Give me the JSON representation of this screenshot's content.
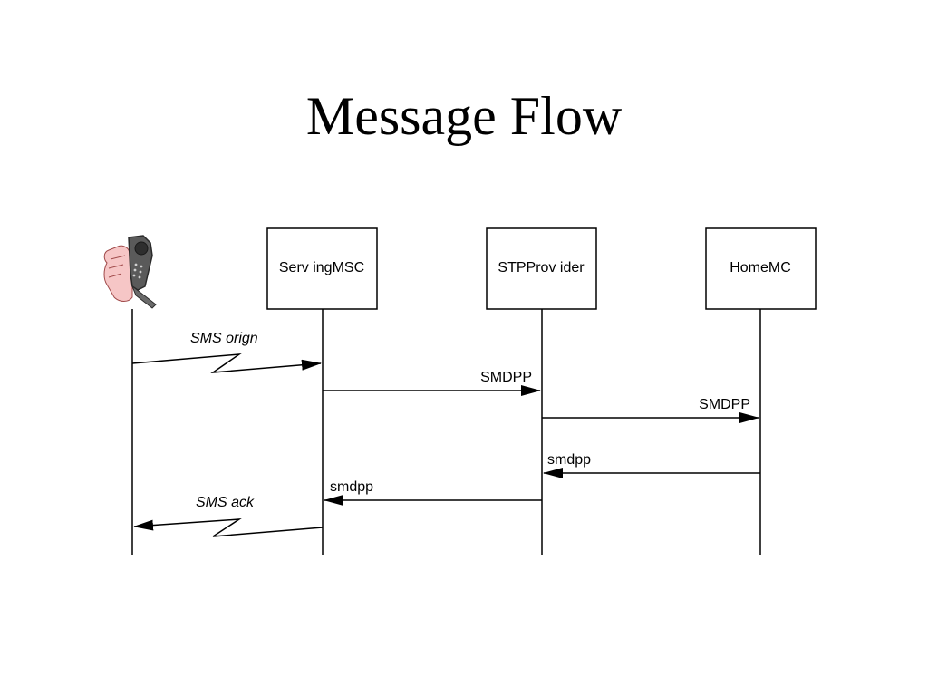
{
  "slide": {
    "title": "Message Flow"
  },
  "participants": [
    {
      "id": "phone",
      "label": ""
    },
    {
      "id": "serving-msc",
      "label": "Serv ingMSC"
    },
    {
      "id": "stp-provider",
      "label": "STPProv ider"
    },
    {
      "id": "home-mc",
      "label": "HomeMC"
    }
  ],
  "messages": [
    {
      "id": "sms-orign",
      "label": "SMS orign",
      "from": "phone",
      "to": "serving-msc",
      "style": "wireless",
      "italic": true
    },
    {
      "id": "smdpp-1",
      "label": "SMDPP",
      "from": "serving-msc",
      "to": "stp-provider",
      "style": "arrow",
      "italic": false
    },
    {
      "id": "smdpp-2",
      "label": "SMDPP",
      "from": "stp-provider",
      "to": "home-mc",
      "style": "arrow",
      "italic": false
    },
    {
      "id": "smdpp-resp-1",
      "label": "smdpp",
      "from": "home-mc",
      "to": "stp-provider",
      "style": "arrow",
      "italic": false
    },
    {
      "id": "smdpp-resp-2",
      "label": "smdpp",
      "from": "stp-provider",
      "to": "serving-msc",
      "style": "arrow",
      "italic": false
    },
    {
      "id": "sms-ack",
      "label": "SMS ack",
      "from": "serving-msc",
      "to": "phone",
      "style": "wireless",
      "italic": true
    }
  ],
  "icons": {
    "phone": "hand-holding-phone-icon"
  },
  "colors": {
    "line": "#000000",
    "phone_body": "#5a5a5a",
    "hand": "#f6c6c6"
  }
}
